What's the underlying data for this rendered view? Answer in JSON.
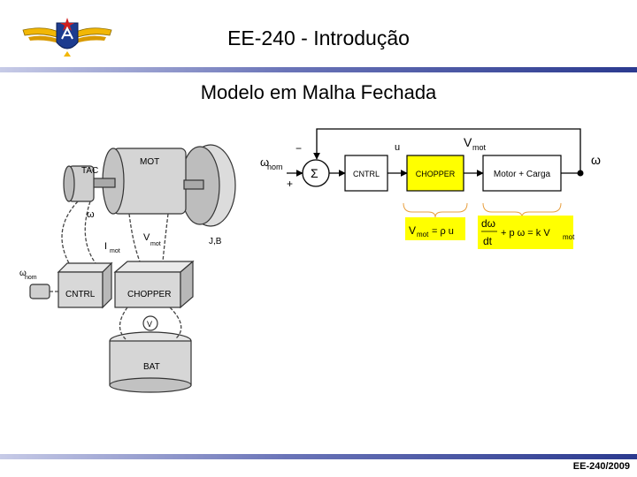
{
  "header": {
    "title": "EE-240 - Introdução"
  },
  "slide": {
    "subtitle": "Modelo em Malha Fechada"
  },
  "footer": {
    "label": "EE-240/2009"
  },
  "photo": {
    "labels": {
      "mot": "MOT",
      "tac": "TAC",
      "omega": "ω",
      "i_mot": "I",
      "i_mot_sub": "mot",
      "v_mot": "V",
      "v_mot_sub": "mot",
      "jb": "J,B",
      "omega_nom": "ω",
      "omega_nom_sub": "nom",
      "cntrl": "CNTRL",
      "chopper": "CHOPPER",
      "v": "V",
      "bat": "BAT"
    }
  },
  "block_diagram": {
    "input": "ω",
    "input_sub": "nom",
    "minus": "−",
    "plus": "+",
    "sum": "Σ",
    "u": "u",
    "vmot": "V",
    "vmot_sub": "mot",
    "output": "ω",
    "blocks": {
      "cntrl": "CNTRL",
      "chopper": "CHOPPER",
      "motor": "Motor + Carga"
    },
    "eq_chopper": {
      "lhs": "V",
      "lhs_sub": "mot",
      "rhs": "= ρ u"
    },
    "eq_motor": {
      "num": "dω",
      "den": "dt",
      "mid": "+ p ω = k V",
      "mid_sub": "mot"
    },
    "colors": {
      "block_fill": "#ffff00",
      "feedback": "#000000"
    }
  }
}
